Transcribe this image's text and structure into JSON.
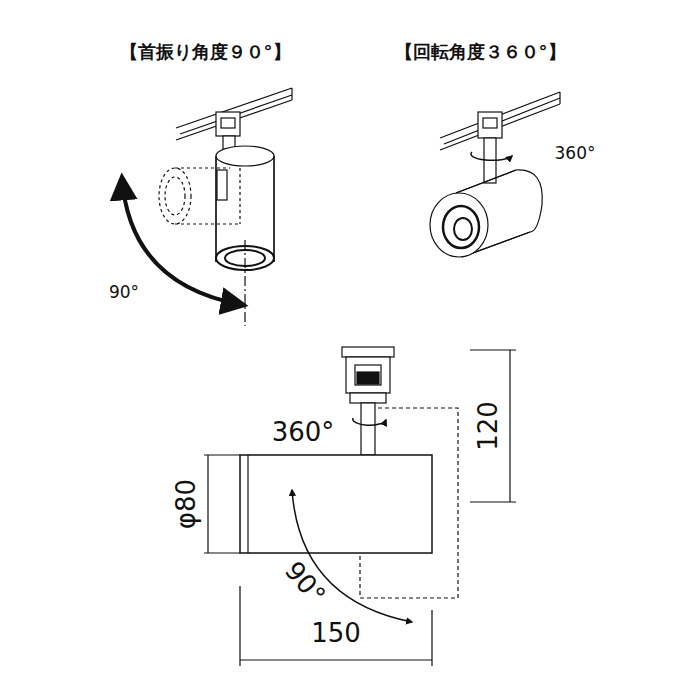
{
  "diagram": {
    "labels": [
      "【首振り角度９０°】",
      "【回転角度３６０°】",
      "360°",
      "90°",
      "360°",
      "120",
      "φ80",
      "90°",
      "150"
    ]
  }
}
